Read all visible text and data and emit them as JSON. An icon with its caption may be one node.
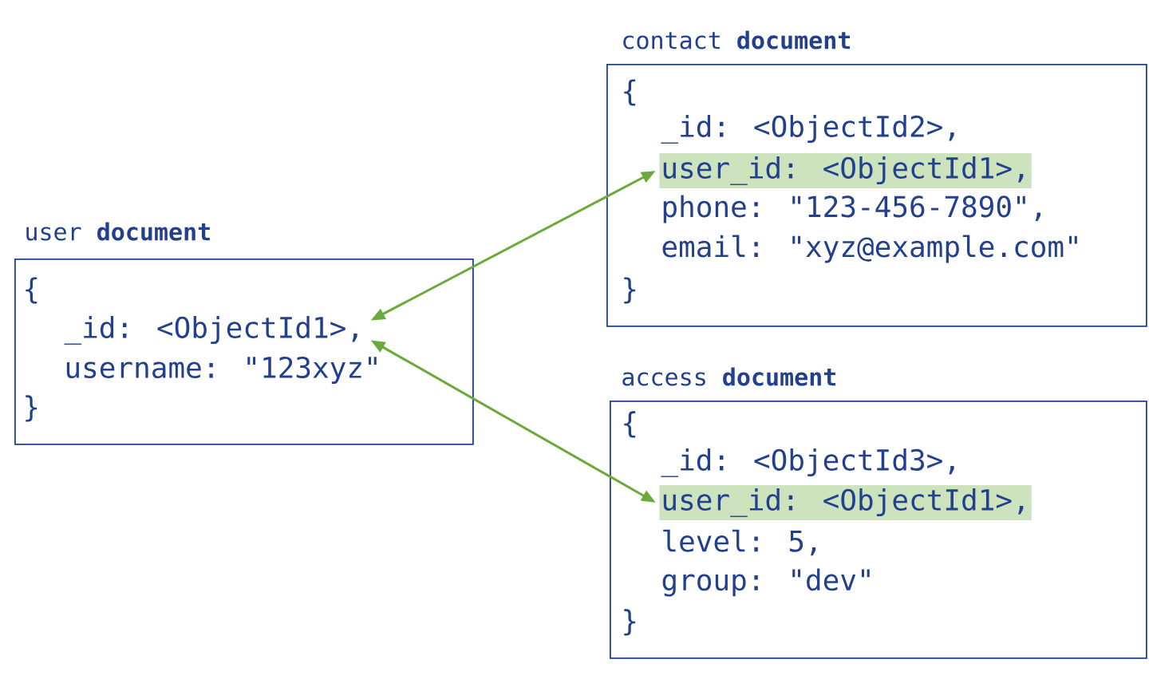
{
  "diagram": {
    "nodes": [
      {
        "text": [
          "user **document**"
        ]
      },
      {
        "text": [
          "{"
        ],
        "in": 0
      },
      {
        "text": [
          "_id: <ObjectId1>,"
        ],
        "in": 0
      },
      {
        "text": [
          "username: \"123xyz\""
        ],
        "in": 0
      },
      {
        "text": [
          "}"
        ],
        "in": 0
      },
      {
        "text": [
          "contact **document**"
        ]
      },
      {
        "text": [
          "{"
        ],
        "in": 5
      },
      {
        "text": [
          "_id: <ObjectId2>,"
        ],
        "in": 5
      },
      {
        "text": [
          "user_id: <ObjectId1>,"
        ],
        "in": 5
      },
      {
        "text": [
          "phone: \"123-456-7890\","
        ],
        "in": 5
      },
      {
        "text": [
          "email: \"xyz@example.com\""
        ],
        "in": 5
      },
      {
        "text": [
          "}"
        ],
        "in": 5
      },
      {
        "text": [
          "access **document**"
        ]
      },
      {
        "text": [
          "{"
        ],
        "in": 12
      },
      {
        "text": [
          "_id: <ObjectId3>,"
        ],
        "in": 12
      },
      {
        "text": [
          "user_id: <ObjectId1>,"
        ],
        "in": 12
      },
      {
        "text": [
          "level: 5,"
        ],
        "in": 12
      },
      {
        "text": [
          "group: \"dev\""
        ],
        "in": 12
      },
      {
        "text": [
          "}"
        ],
        "in": 12
      }
    ],
    "edges": [
      {
        "from": 2,
        "to": 8,
        "arrow": "both"
      },
      {
        "from": 2,
        "to": 15,
        "arrow": "both"
      }
    ]
  }
}
